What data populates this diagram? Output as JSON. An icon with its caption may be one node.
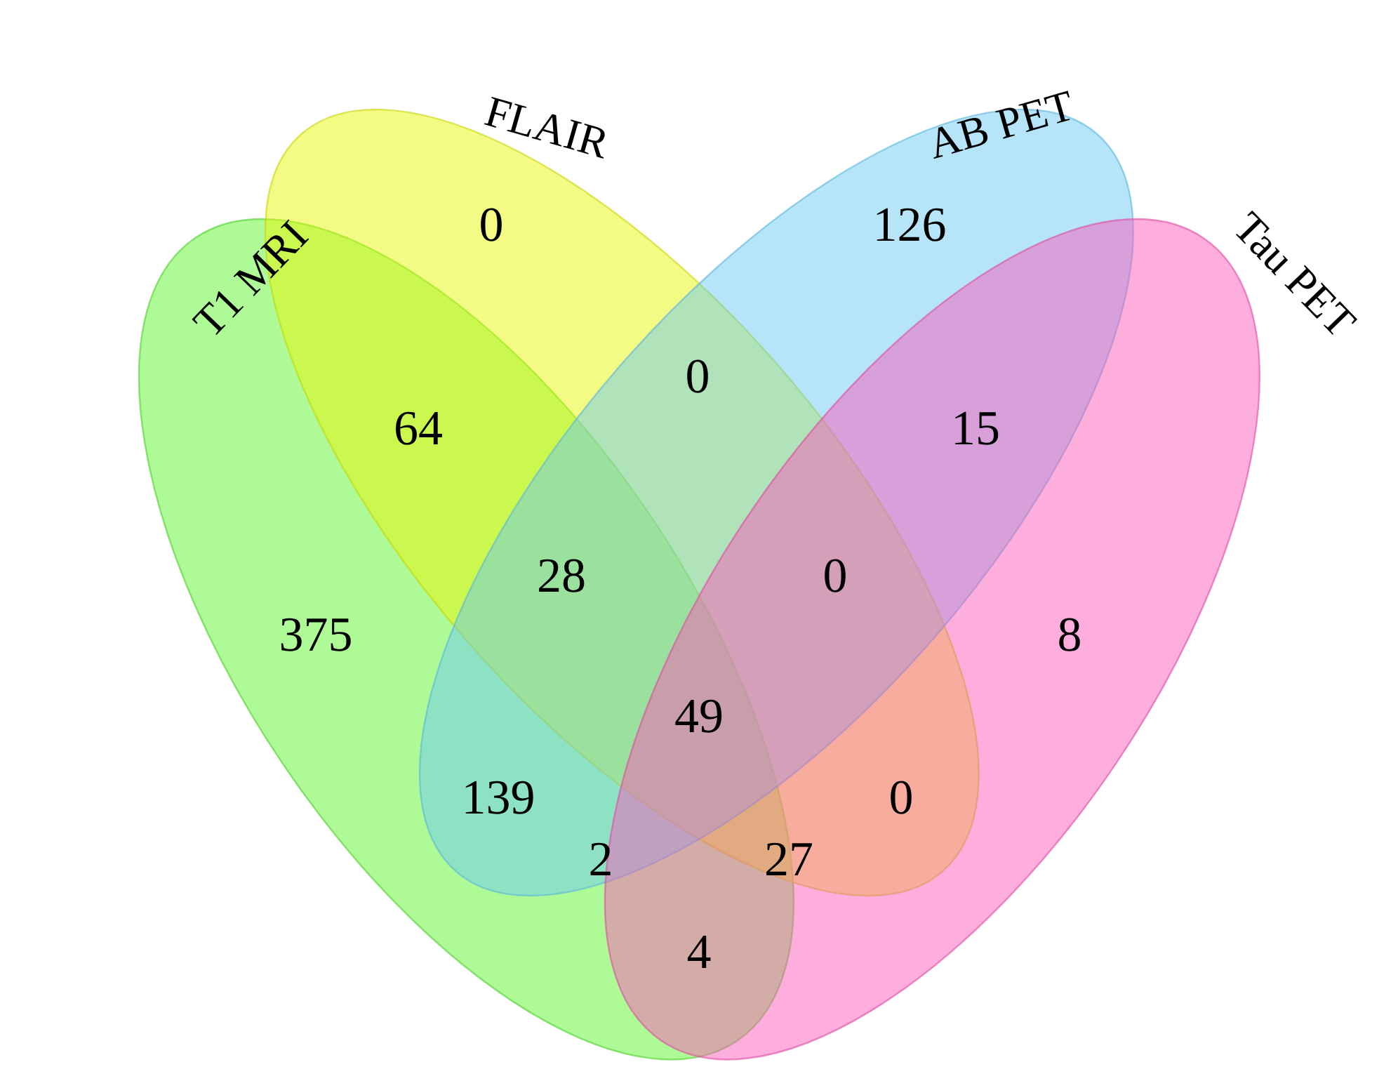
{
  "diagram": {
    "nodes": [
      {
        "text": [
          "T1 MRI"
        ]
      },
      {
        "text": [
          "FLAIR"
        ]
      },
      {
        "text": [
          "AB PET"
        ]
      },
      {
        "text": [
          "Tau PET"
        ]
      }
    ],
    "labels": [
      "0",
      "126",
      "0",
      "64",
      "15",
      "28",
      "0",
      "375",
      "8",
      "49",
      "139",
      "0",
      "2",
      "27",
      "4"
    ]
  }
}
